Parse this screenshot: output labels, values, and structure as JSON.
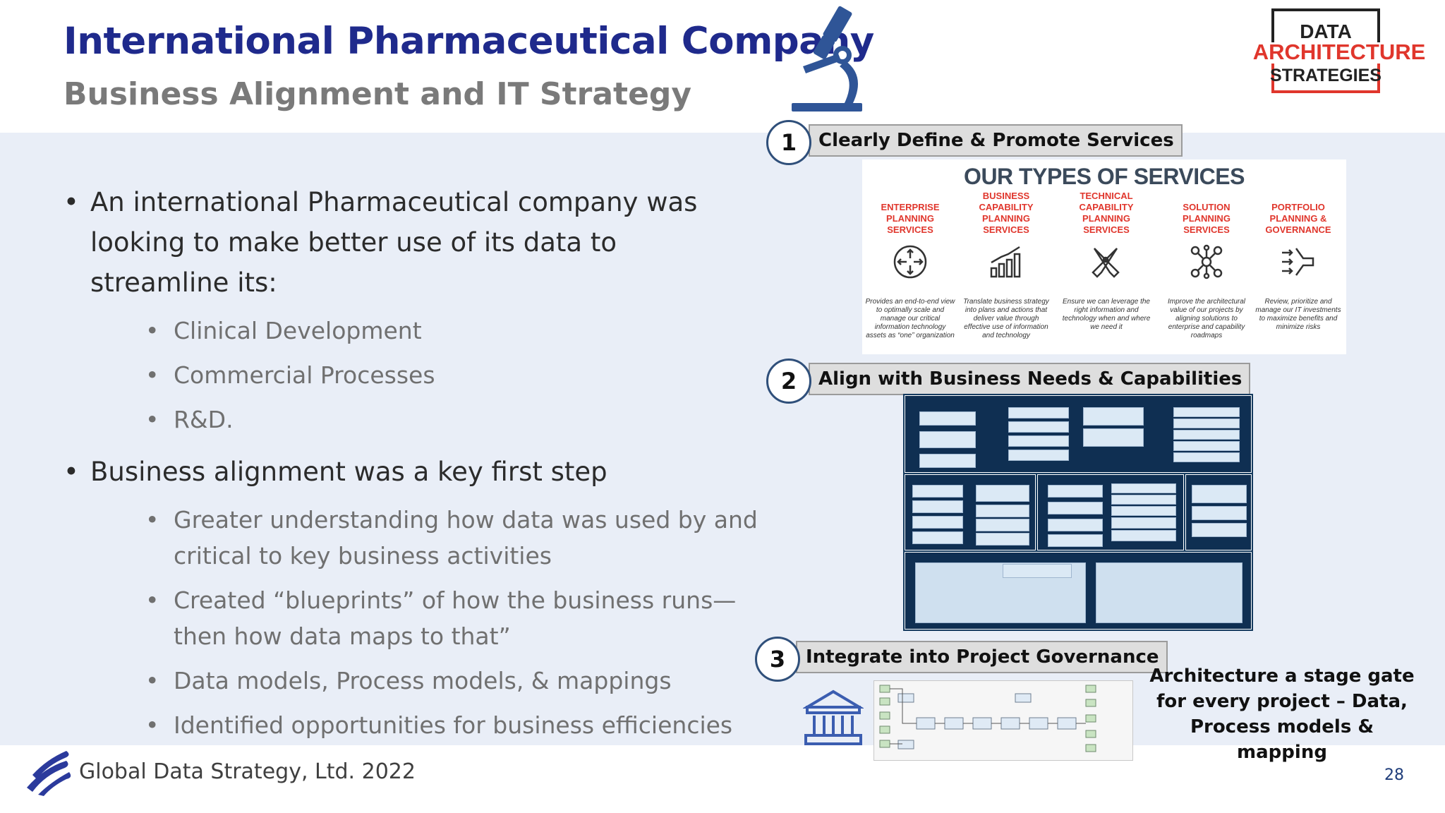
{
  "header": {
    "title": "International Pharmaceutical Company",
    "subtitle": "Business Alignment and IT Strategy"
  },
  "logo": {
    "line1": "DATA",
    "line2": "ARCHITECTURE",
    "line3": "STRATEGIES"
  },
  "bullets": [
    {
      "text": "An international Pharmaceutical company was looking to make better use of its data to streamline its:",
      "sub": [
        "Clinical Development",
        "Commercial Processes",
        "R&D."
      ]
    },
    {
      "text": "Business alignment was a key first step",
      "sub": [
        "Greater understanding how data was used by and critical to key business activities",
        "Created “blueprints” of how the business runs—then how data maps to that”",
        "Data models, Process models, & mappings",
        "Identified opportunities for business efficiencies"
      ]
    }
  ],
  "steps": [
    {
      "number": "1",
      "label": "Clearly Define & Promote Services"
    },
    {
      "number": "2",
      "label": "Align with Business Needs & Capabilities"
    },
    {
      "number": "3",
      "label": "Integrate into Project Governance"
    }
  ],
  "services": {
    "title": "OUR TYPES OF SERVICES",
    "items": [
      {
        "name": "ENTERPRISE PLANNING SERVICES",
        "icon": "compass-arrows-icon",
        "desc": "Provides an end-to-end view to optimally scale and manage our critical information technology assets as “one” organization"
      },
      {
        "name": "BUSINESS CAPABILITY PLANNING SERVICES",
        "icon": "bar-chart-icon",
        "desc": "Translate business strategy into plans and actions that deliver value through effective use of information and technology"
      },
      {
        "name": "TECHNICAL CAPABILITY PLANNING SERVICES",
        "icon": "tools-icon",
        "desc": "Ensure we can leverage the right information and technology when and where we need it"
      },
      {
        "name": "SOLUTION PLANNING SERVICES",
        "icon": "network-nodes-icon",
        "desc": "Improve the architectural value of our projects by aligning solutions to enterprise and capability roadmaps"
      },
      {
        "name": "PORTFOLIO PLANNING & GOVERNANCE",
        "icon": "funnel-arrows-icon",
        "desc": "Review, prioritize and manage our IT investments to maximize benefits and minimize risks"
      }
    ]
  },
  "governance_note": "Architecture a stage gate for every project – Data, Process models & mapping",
  "footer": {
    "company": "Global Data Strategy, Ltd. 2022",
    "page": "28"
  },
  "colors": {
    "title": "#1f2a8c",
    "accent_red": "#e0362c",
    "panel_dark": "#143a5e",
    "band": "#e9eef7"
  }
}
